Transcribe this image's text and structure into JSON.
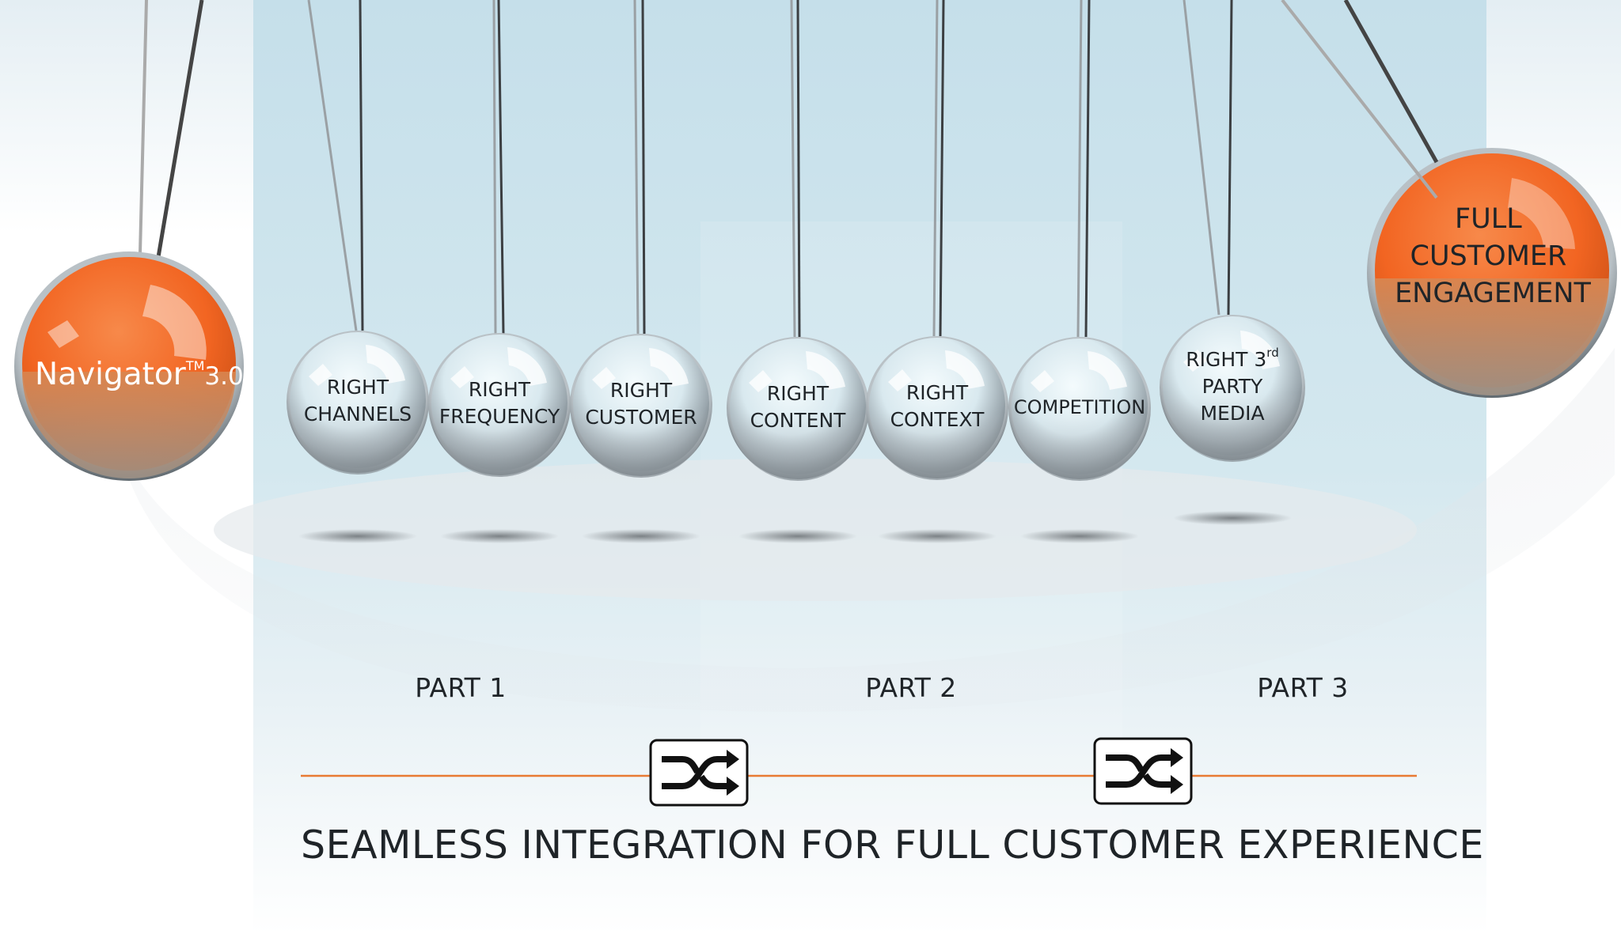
{
  "colors": {
    "accent_orange": "#f26522",
    "panel_blue": "#cfe5ee",
    "line_orange": "#e87a33",
    "text_dark": "#1f2428"
  },
  "left_ball": {
    "label": "Navigator",
    "tm": "TM",
    "version": "3.0"
  },
  "right_ball": {
    "lines": [
      "FULL",
      "CUSTOMER",
      "ENGAGEMENT"
    ]
  },
  "balls": [
    {
      "lines": [
        "RIGHT",
        "CHANNELS"
      ]
    },
    {
      "lines": [
        "RIGHT",
        "FREQUENCY"
      ]
    },
    {
      "lines": [
        "RIGHT",
        "CUSTOMER"
      ]
    },
    {
      "lines": [
        "RIGHT",
        "CONTENT"
      ]
    },
    {
      "lines": [
        "RIGHT",
        "CONTEXT"
      ]
    },
    {
      "lines": [
        "COMPETITION"
      ]
    },
    {
      "lines": [
        "RIGHT 3",
        "PARTY",
        "MEDIA"
      ],
      "superscript": "rd"
    }
  ],
  "parts": [
    "PART 1",
    "PART 2",
    "PART 3"
  ],
  "shuffle_icons": [
    "shuffle-icon",
    "shuffle-icon"
  ],
  "footer": {
    "title": "SEAMLESS INTEGRATION FOR FULL CUSTOMER EXPERIENCE"
  }
}
